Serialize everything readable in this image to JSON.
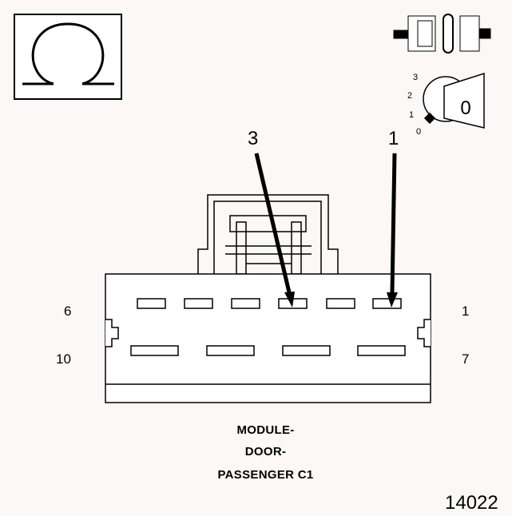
{
  "meter_symbol": "Ω",
  "ignition": {
    "key_label": "0",
    "positions": [
      "3",
      "2",
      "1",
      "0"
    ]
  },
  "callouts": [
    "3",
    "1"
  ],
  "pin_labels": {
    "top_left": "6",
    "bottom_left": "10",
    "top_right": "1",
    "bottom_right": "7"
  },
  "caption": [
    "MODULE-",
    "DOOR-",
    "PASSENGER C1"
  ],
  "figure_number": "14022",
  "colors": {
    "line": "#000000",
    "background": "#fdf8f8"
  }
}
